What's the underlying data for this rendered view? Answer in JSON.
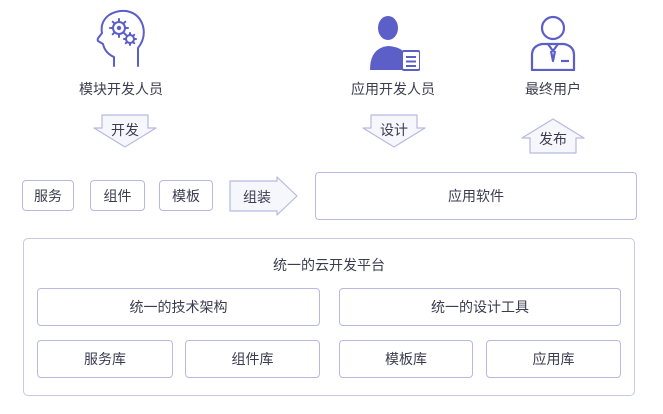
{
  "roles": {
    "module_dev": "模块开发人员",
    "app_dev": "应用开发人员",
    "end_user": "最终用户"
  },
  "actions": {
    "develop": "开发",
    "design": "设计",
    "publish": "发布",
    "assemble": "组装"
  },
  "components": {
    "service": "服务",
    "component": "组件",
    "template": "模板"
  },
  "app_software": "应用软件",
  "platform": {
    "title": "统一的云开发平台",
    "architecture": "统一的技术架构",
    "design_tools": "统一的设计工具",
    "service_lib": "服务库",
    "component_lib": "组件库",
    "template_lib": "模板库",
    "app_lib": "应用库"
  },
  "colors": {
    "accent": "#5b5fc7",
    "border": "#b7b9e2",
    "text": "#3c3c50"
  },
  "icons": [
    "brain-gears-icon",
    "developer-person-icon",
    "end-user-icon"
  ]
}
